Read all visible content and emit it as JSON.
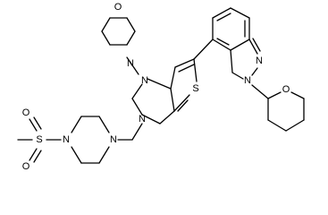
{
  "structure": {
    "atoms": {
      "morpholine_o": "O",
      "morpholine_n": "N",
      "ring_n1": "N",
      "ring_n3": "N",
      "thiophene_s": "S",
      "indazole_n1": "N",
      "indazole_n2": "N",
      "thp_o": "O",
      "piperazine_n4": "N",
      "piperazine_n1": "N",
      "sulfonyl_s": "S",
      "sulfonyl_o_top": "O",
      "sulfonyl_o_bottom": "O"
    }
  }
}
